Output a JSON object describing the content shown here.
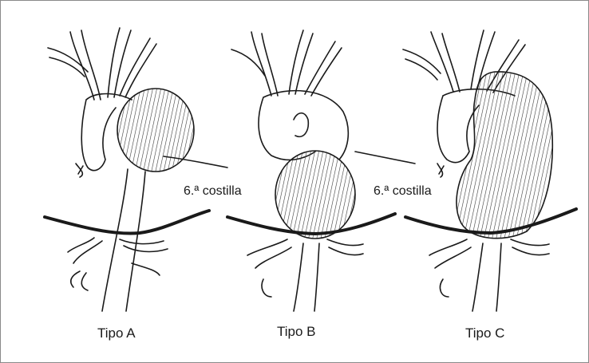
{
  "figure": {
    "panels": [
      {
        "caption": "Tipo A"
      },
      {
        "caption": "Tipo B"
      },
      {
        "caption": "Tipo C"
      }
    ],
    "rib_labels": [
      "6.ª costilla",
      "6.ª costilla"
    ]
  },
  "colors": {
    "ink": "#1a1a1a",
    "frame": "#8a8a8a",
    "background": "#ffffff"
  }
}
